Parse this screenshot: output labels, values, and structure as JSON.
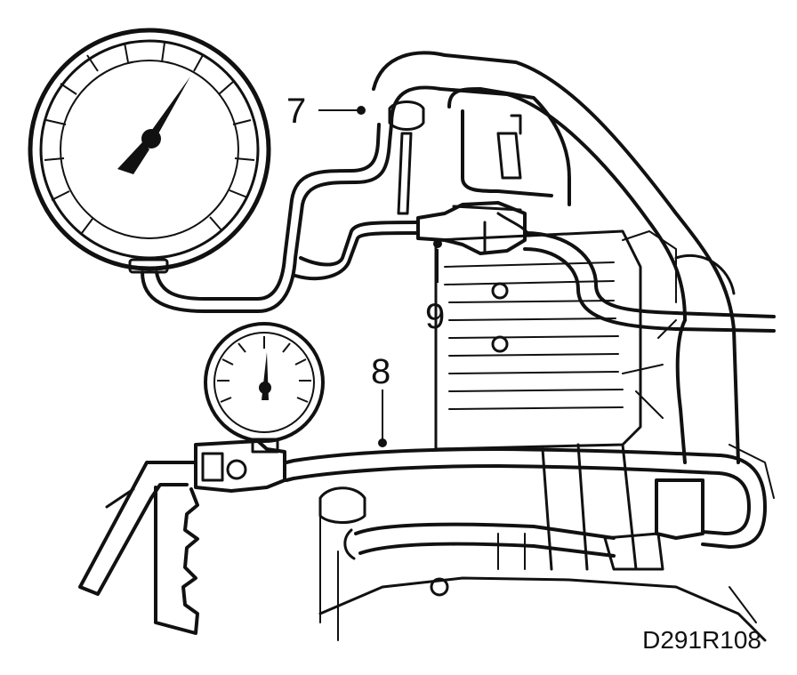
{
  "callouts": {
    "seven": "7",
    "eight": "8",
    "nine": "9"
  },
  "figure_code": "D291R108",
  "colors": {
    "ink": "#111111",
    "paper": "#ffffff"
  }
}
